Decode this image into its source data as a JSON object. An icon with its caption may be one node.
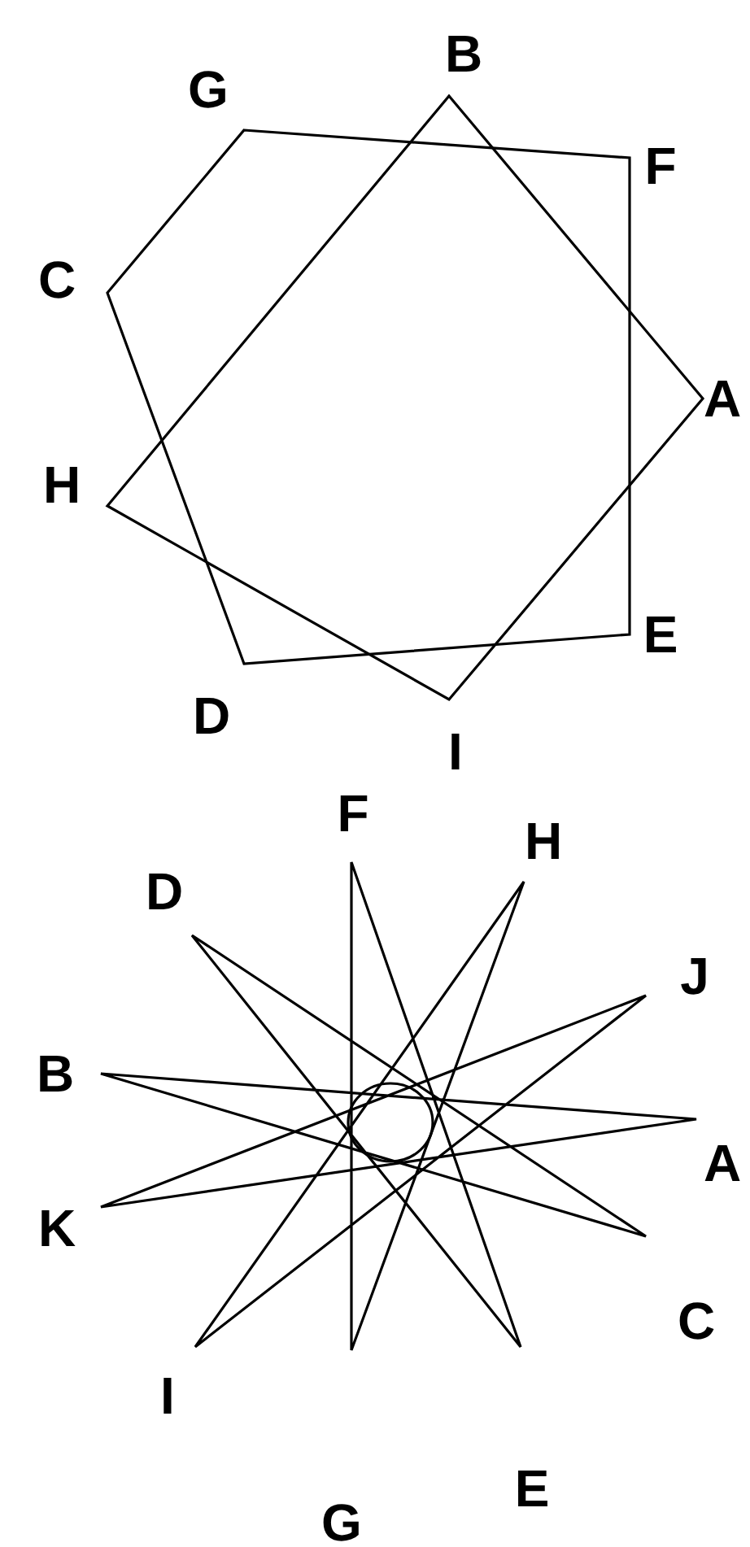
{
  "diagram": {
    "labels": [
      "B",
      "G",
      "F",
      "C",
      "A",
      "H",
      "E",
      "D",
      "I",
      "F",
      "H",
      "D",
      "J",
      "B",
      "A",
      "K",
      "C",
      "I",
      "E",
      "G"
    ]
  }
}
